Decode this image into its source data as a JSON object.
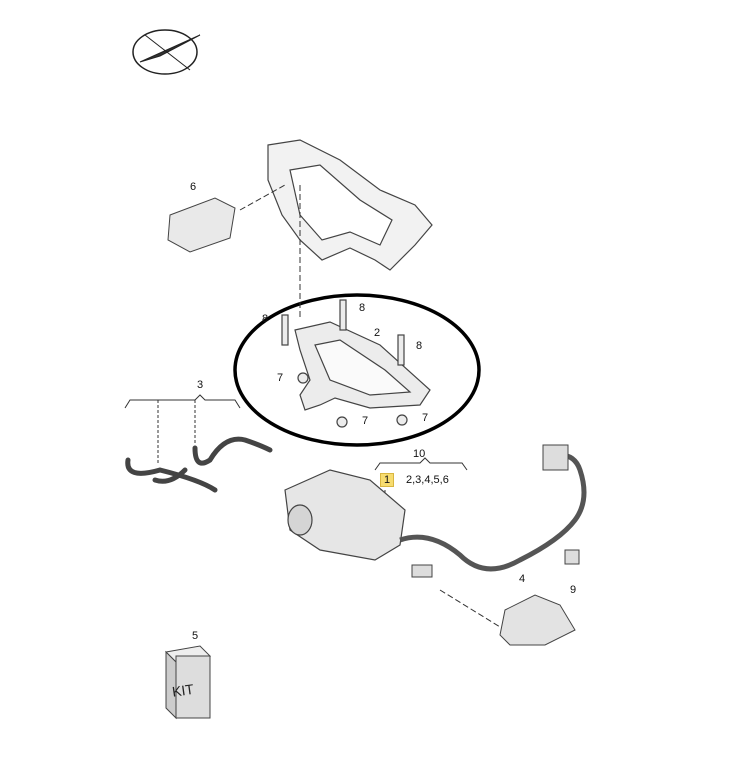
{
  "diagram": {
    "callouts": {
      "compressor": "1",
      "bracket": "2",
      "hoses": "3",
      "relay_holder": "4",
      "kit": "5",
      "relay": "6",
      "nut_a": "7",
      "nut_b": "7",
      "nut_c": "7",
      "stud_a": "8",
      "stud_b": "8",
      "stud_c": "8",
      "sensor": "9",
      "group": "10",
      "sub_items": "2,3,4,5,6"
    },
    "kit_text": "KIT",
    "highlight_color": "#f7dc6f"
  }
}
